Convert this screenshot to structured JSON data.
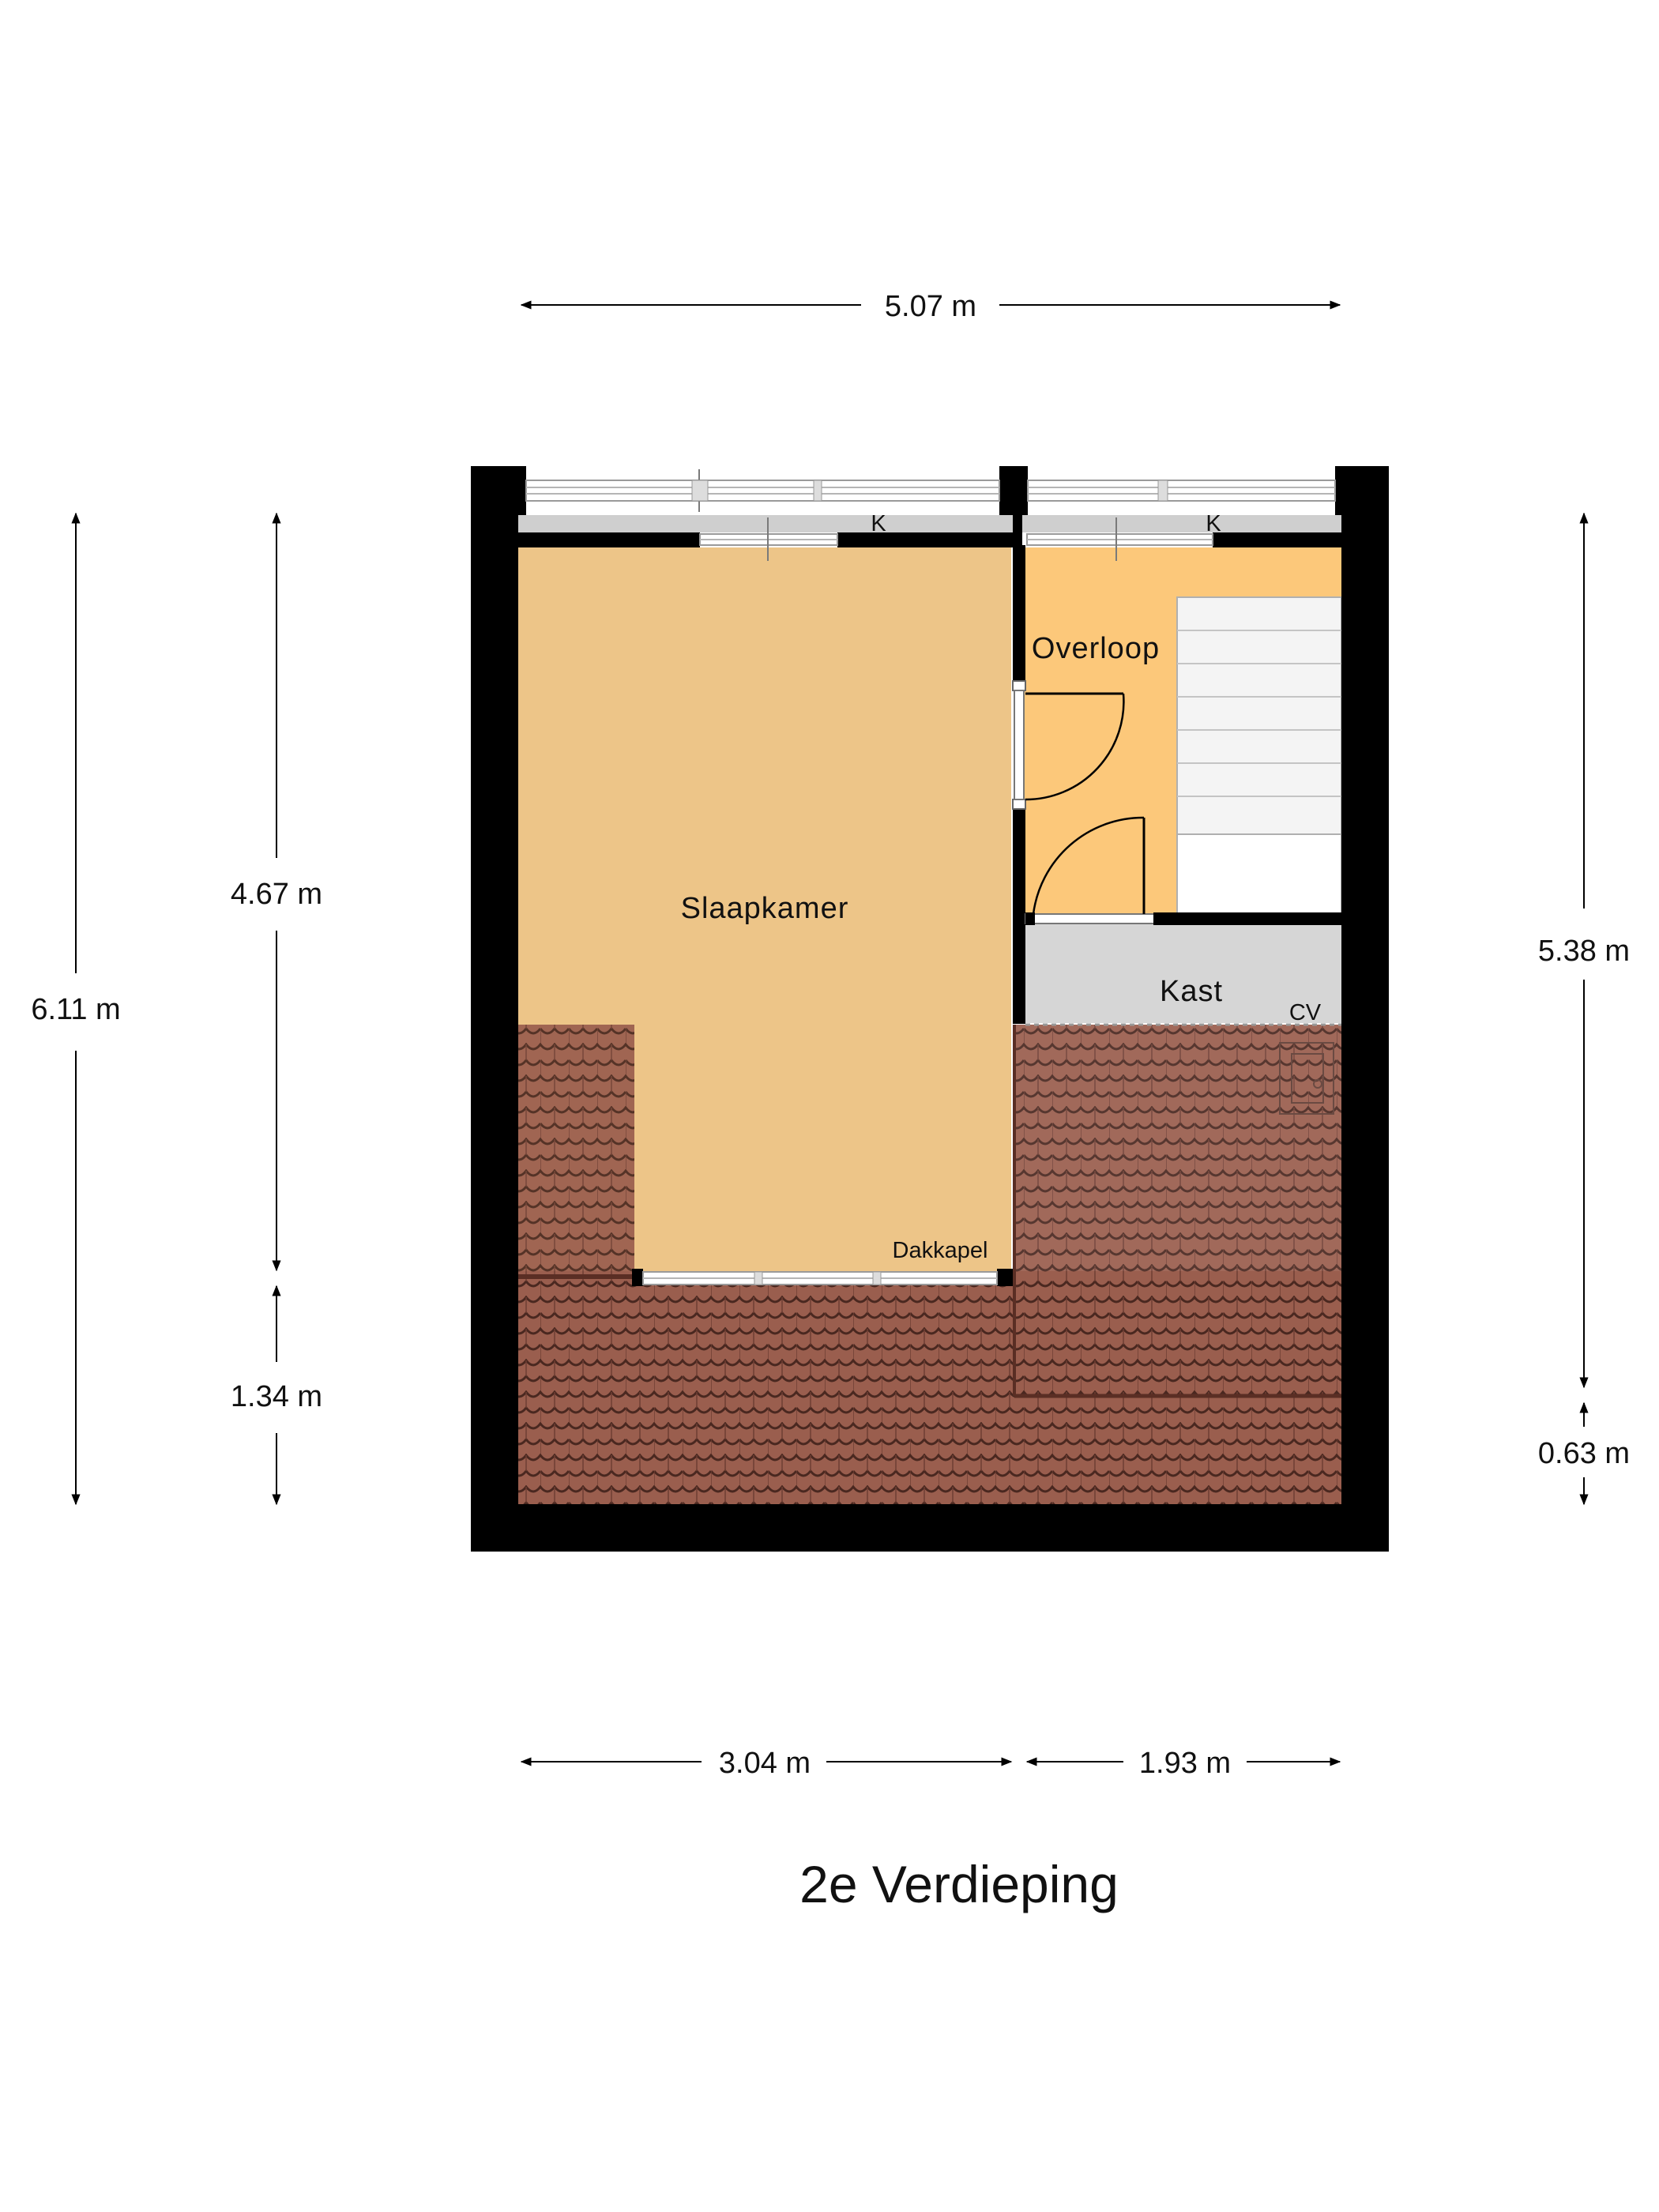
{
  "title": "2e Verdieping",
  "rooms": {
    "slaapkamer": "Slaapkamer",
    "overloop": "Overloop",
    "kast": "Kast",
    "cv": "CV",
    "dakkapel": "Dakkapel",
    "k_left": "K",
    "k_right": "K"
  },
  "dimensions": {
    "top_width": "5.07 m",
    "left_total": "6.11 m",
    "left_upper": "4.67 m",
    "left_lower": "1.34 m",
    "right_upper": "5.38 m",
    "right_lower": "0.63 m",
    "bottom_left": "3.04 m",
    "bottom_right": "1.93 m"
  },
  "colors": {
    "wall": "#000000",
    "slaapkamer_floor": "#edc588",
    "overloop_floor": "#fcc87a",
    "kast_floor": "#d6d6d6",
    "stairs": "#f2f2f2",
    "roof_tile": "#9a5e4e",
    "window_frame": "#c8c8c8"
  },
  "icons": {
    "arrow": "arrow-head-icon",
    "door": "door-swing-icon",
    "stairs": "stairs-icon",
    "cv_unit": "boiler-icon"
  }
}
